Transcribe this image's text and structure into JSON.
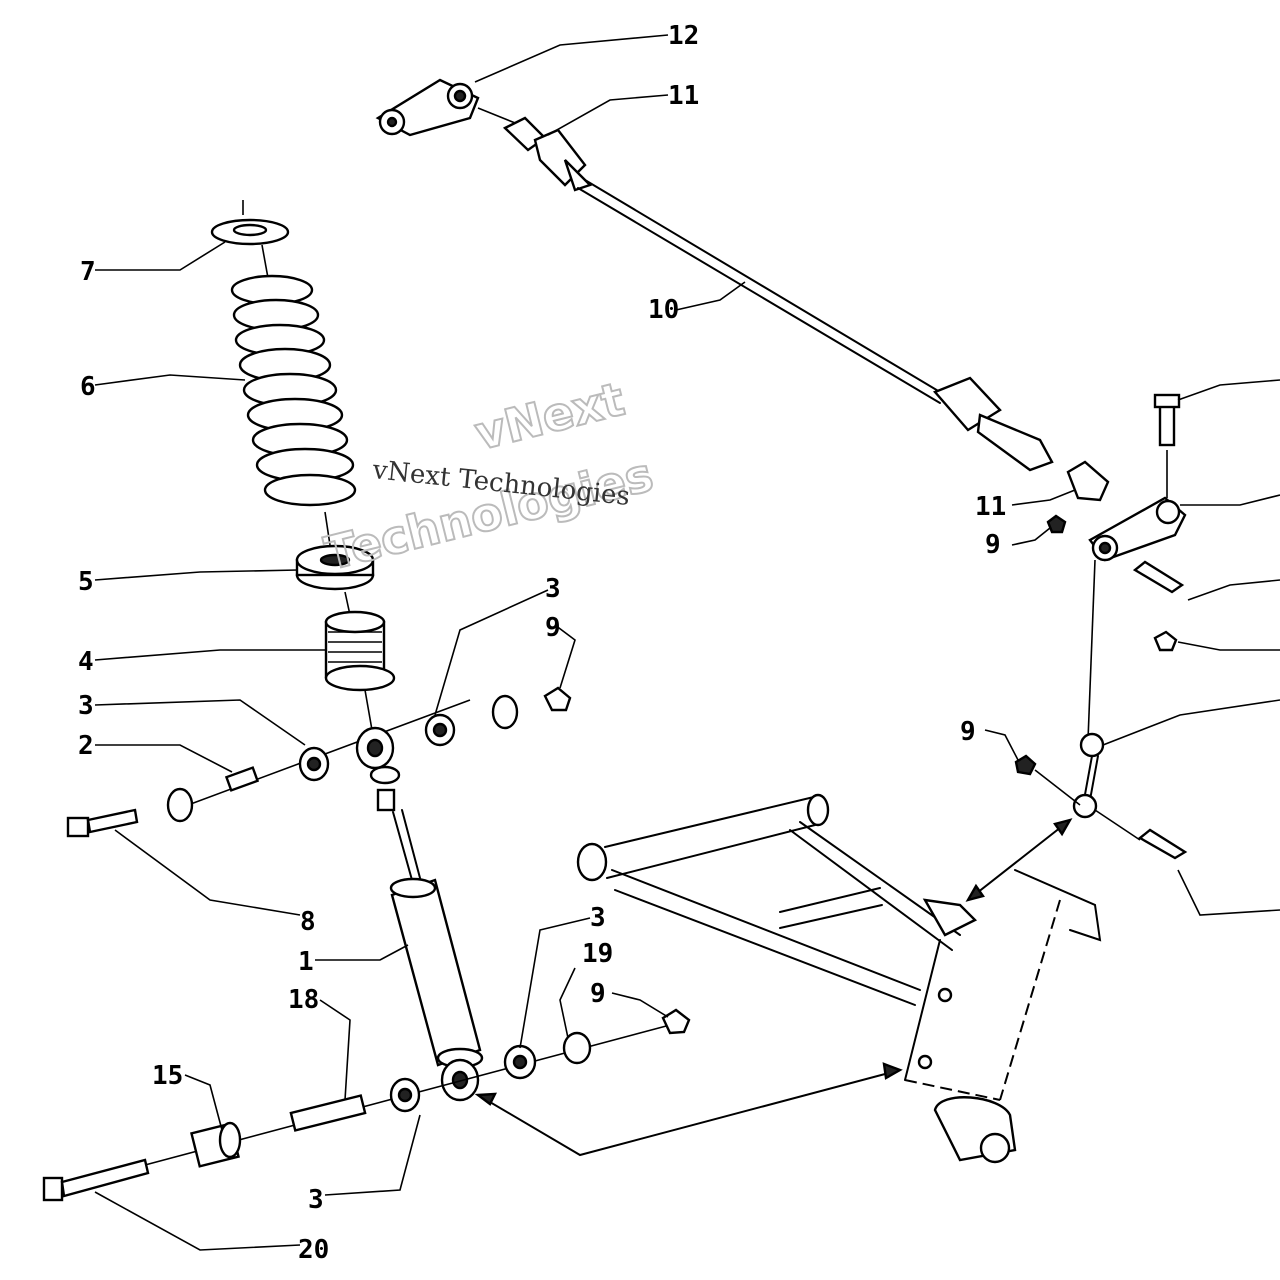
{
  "labels": {
    "l12": "12",
    "l11a": "11",
    "l10": "10",
    "l7": "7",
    "l6": "6",
    "l5": "5",
    "l4": "4",
    "l3a": "3",
    "l9a": "9",
    "l3b": "3",
    "l2": "2",
    "l8": "8",
    "l1": "1",
    "l18": "18",
    "l15": "15",
    "l3c": "3",
    "l20": "20",
    "l3d": "3",
    "l19": "19",
    "l9b": "9",
    "l11b": "11",
    "l9c": "9",
    "l9d": "9"
  },
  "watermark": {
    "line1": "vNext Technologies",
    "line2a": "vNext",
    "line2b": "Technologies"
  }
}
